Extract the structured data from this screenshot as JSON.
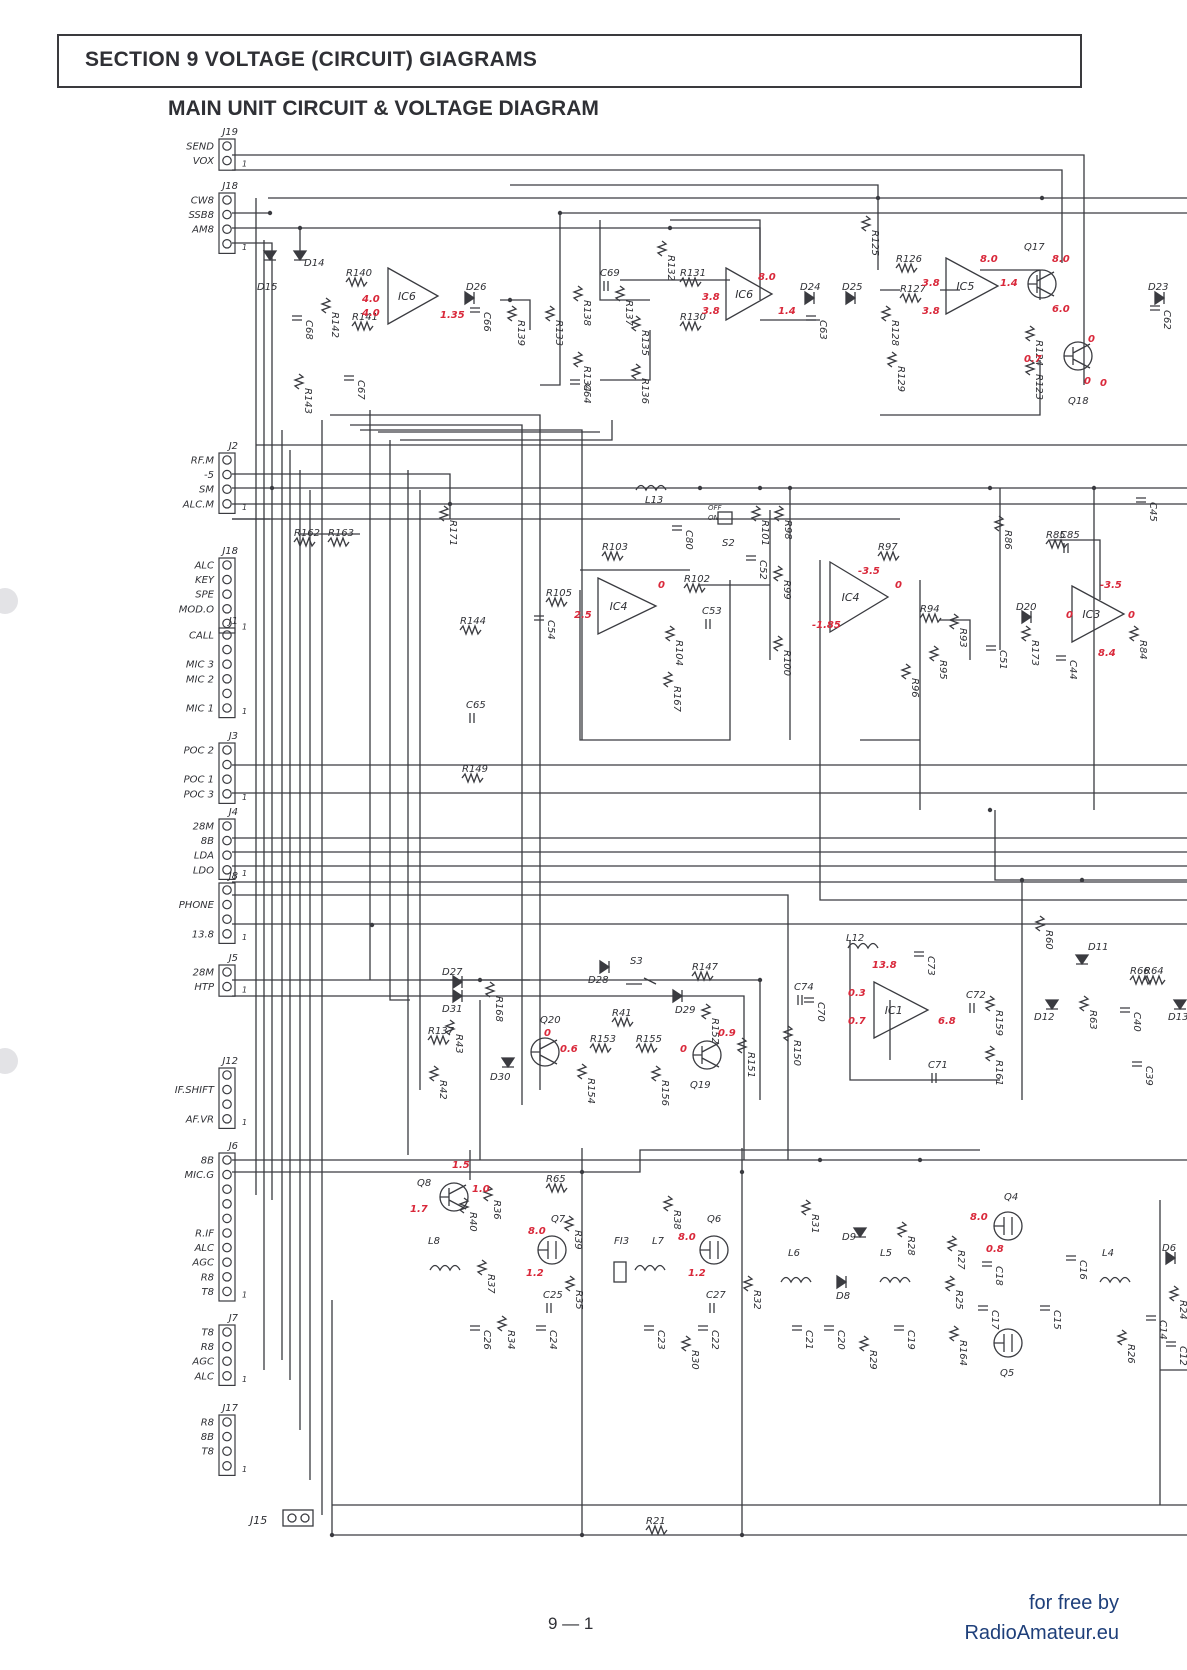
{
  "header": {
    "section_title": "SECTION  9  VOLTAGE (CIRCUIT) GIAGRAMS",
    "diagram_title": "MAIN UNIT CIRCUIT & VOLTAGE DIAGRAM"
  },
  "footer": {
    "page_number": "9 — 1",
    "credit_line1": "for free by",
    "credit_line2": "RadioAmateur.eu"
  },
  "connectors": [
    {
      "id": "J19",
      "pins": [
        "SEND",
        "VOX"
      ]
    },
    {
      "id": "J18",
      "pins": [
        "CW8",
        "SSB8",
        "AM8",
        ""
      ]
    },
    {
      "id": "J2",
      "pins": [
        "RF.M",
        "-5",
        "SM",
        "ALC.M"
      ]
    },
    {
      "id": "J18",
      "pins": [
        "ALC",
        "KEY",
        "SPE",
        "MOD.O",
        ""
      ]
    },
    {
      "id": "J1",
      "pins": [
        "CALL",
        "",
        "MIC 3",
        "MIC 2",
        "",
        "MIC 1"
      ]
    },
    {
      "id": "J3",
      "pins": [
        "POC 2",
        "",
        "POC 1",
        "POC 3"
      ]
    },
    {
      "id": "J4",
      "pins": [
        "28M",
        "8B",
        "LDA",
        "LDO"
      ]
    },
    {
      "id": "J8",
      "pins": [
        "",
        "PHONE",
        "",
        "13.8"
      ]
    },
    {
      "id": "J5",
      "pins": [
        "28M",
        "HTP"
      ]
    },
    {
      "id": "J12",
      "pins": [
        "",
        "IF.SHIFT",
        "",
        "AF.VR"
      ]
    },
    {
      "id": "J6",
      "pins": [
        "8B",
        "MIC.G",
        "",
        "",
        "",
        "R.IF",
        "ALC",
        "AGC",
        "R8",
        "T8"
      ]
    },
    {
      "id": "J7",
      "pins": [
        "T8",
        "R8",
        "AGC",
        "ALC"
      ]
    },
    {
      "id": "J17",
      "pins": [
        "R8",
        "8B",
        "T8",
        ""
      ]
    }
  ],
  "components": {
    "ics": [
      "IC6",
      "IC6",
      "IC5",
      "IC4",
      "IC4",
      "IC3",
      "IC1"
    ],
    "transistors": [
      "Q17",
      "Q18",
      "Q20",
      "Q19",
      "Q8",
      "Q7",
      "Q6",
      "Q4",
      "Q5"
    ],
    "diodes": [
      "D15",
      "D14",
      "D26",
      "D24",
      "D25",
      "D23",
      "D20",
      "D27",
      "D31",
      "D28",
      "D29",
      "D30",
      "D11",
      "D12",
      "D13",
      "D9",
      "D8",
      "D6"
    ],
    "switches": [
      "S2",
      "S3"
    ],
    "inductors": [
      "L13",
      "L12",
      "L8",
      "L7",
      "L6",
      "L5",
      "L4"
    ],
    "filters": [
      "FI3"
    ]
  },
  "voltages": [
    "4.0",
    "4.0",
    "1.35",
    "3.8",
    "3.8",
    "8.0",
    "1.4",
    "3.8",
    "3.8",
    "8.0",
    "1.4",
    "8.0",
    "6.0",
    "0.7",
    "0",
    "0",
    "0",
    "2.5",
    "-3.5",
    "0",
    "0",
    "-1.85",
    "-3.5",
    "0",
    "0",
    "8.4",
    "13.8",
    "0.3",
    "0.7",
    "6.8",
    "0",
    "0.6",
    "0",
    "0.9",
    "1.5",
    "1.0",
    "1.7",
    "8.0",
    "1.2",
    "8.0",
    "1.2",
    "8.0",
    "0.8"
  ],
  "resistor_labels": [
    "R125",
    "R126",
    "R127",
    "R128",
    "R129",
    "R124",
    "R123",
    "R131",
    "R130",
    "R132",
    "R137",
    "R138",
    "R133",
    "R134",
    "R135",
    "R136",
    "R140",
    "R142",
    "R141",
    "R139",
    "R143",
    "R171",
    "R162",
    "R163",
    "R103",
    "R105",
    "R144",
    "R102",
    "R104",
    "R167",
    "R101",
    "R98",
    "R99",
    "R100",
    "R97",
    "R94",
    "R93",
    "R96",
    "R95",
    "R86",
    "R85",
    "R173",
    "R84",
    "R149",
    "R147",
    "R168",
    "R137",
    "R43",
    "R42",
    "R41",
    "R153",
    "R155",
    "R154",
    "R156",
    "R152",
    "R151",
    "R150",
    "R159",
    "R161",
    "R60",
    "R66",
    "R64",
    "R63",
    "R65",
    "R36",
    "R40",
    "R37",
    "R39",
    "R35",
    "R34",
    "R38",
    "R32",
    "R30",
    "R31",
    "R29",
    "R28",
    "R27",
    "R25",
    "R164",
    "R26",
    "R24",
    "R21",
    "R33"
  ],
  "capacitor_labels": [
    "C68",
    "C67",
    "C66",
    "C69",
    "C64",
    "C63",
    "C62",
    "C80",
    "C52",
    "C54",
    "C53",
    "C65",
    "C85",
    "C45",
    "C51",
    "C44",
    "C74",
    "C70",
    "C73",
    "C72",
    "C71",
    "C40",
    "C39",
    "C25",
    "C26",
    "C24",
    "C27",
    "C23",
    "C22",
    "C21",
    "C20",
    "C19",
    "C18",
    "C17",
    "C16",
    "C15",
    "C14",
    "C12"
  ],
  "other_labels": [
    "J15",
    "OFF",
    "ON"
  ]
}
